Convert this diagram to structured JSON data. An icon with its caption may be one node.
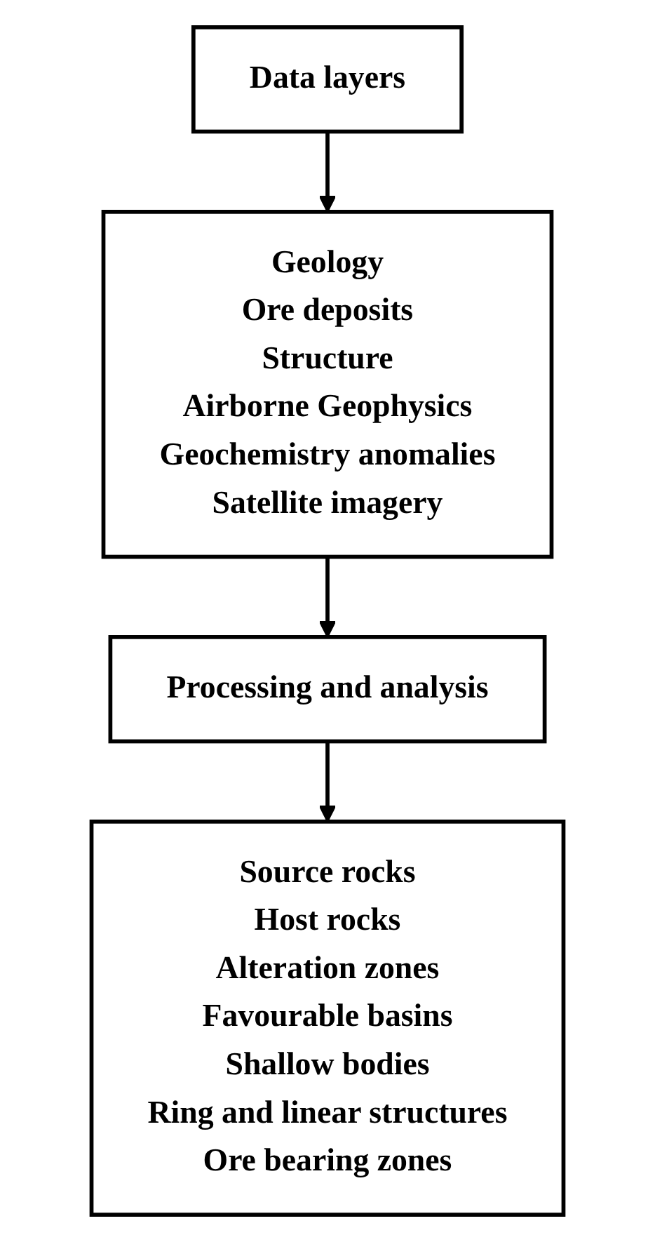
{
  "diagram": {
    "nodes": [
      {
        "text": [
          "Data layers"
        ]
      },
      {
        "text": [
          "Geology",
          "Ore deposits",
          "Structure",
          "Airborne Geophysics",
          "Geochemistry anomalies",
          "Satellite imagery"
        ]
      },
      {
        "text": [
          "Processing and analysis"
        ]
      },
      {
        "text": [
          "Source rocks",
          "Host rocks",
          "Alteration zones",
          "Favourable basins",
          "Shallow bodies",
          "Ring and linear structures",
          "Ore bearing zones"
        ]
      }
    ],
    "edges": [
      {
        "from": 0,
        "to": 1,
        "arrow": "to"
      },
      {
        "from": 1,
        "to": 2,
        "arrow": "to"
      },
      {
        "from": 2,
        "to": 3,
        "arrow": "to"
      }
    ]
  }
}
